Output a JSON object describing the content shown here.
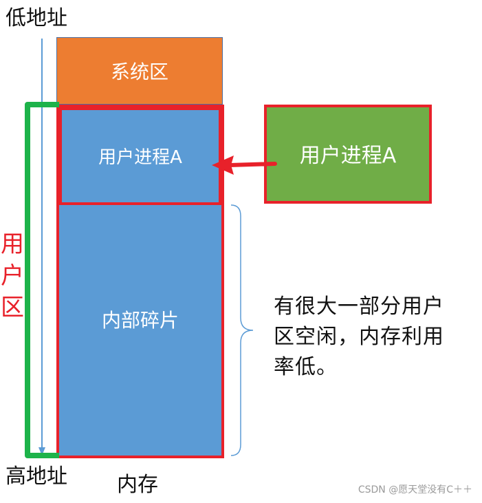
{
  "labels": {
    "low_address": "低地址",
    "high_address": "高地址",
    "memory": "内存",
    "user_zone_chars": [
      "用",
      "户",
      "区"
    ]
  },
  "memory_blocks": {
    "system_area": "系统区",
    "process_in_memory": "用户进程A",
    "internal_fragment": "内部碎片"
  },
  "external_process": "用户进程A",
  "note_lines": [
    "有很大一部分用户",
    "区空闲，内存利用",
    "率低。"
  ],
  "watermark": "CSDN @愿天堂没有C＋＋",
  "colors": {
    "system_orange": "#ed7d31",
    "memory_blue": "#5b9bd5",
    "process_green": "#70ad47",
    "highlight_red": "#e8212a",
    "bracket_green": "#1db34a"
  }
}
